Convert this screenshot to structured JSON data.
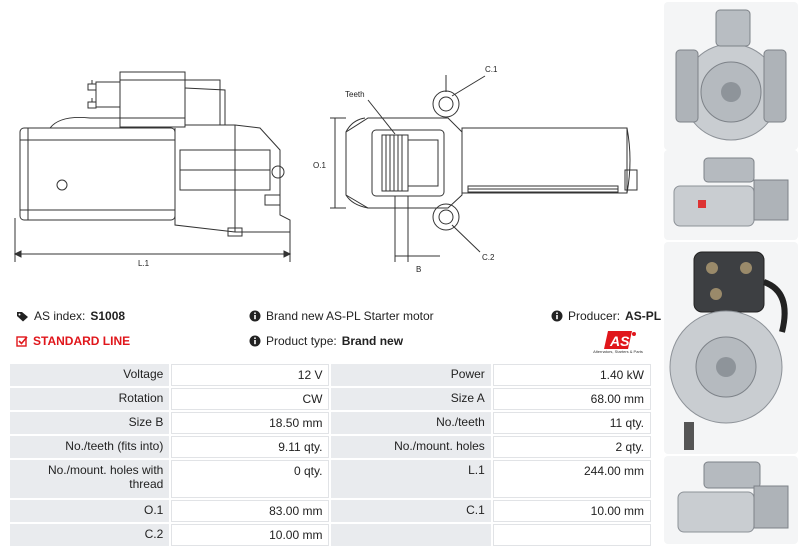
{
  "diagram": {
    "labels": {
      "l1": "L.1",
      "o1": "O.1",
      "b": "B",
      "c1": "C.1",
      "c2": "C.2",
      "teeth": "Teeth"
    }
  },
  "info": {
    "as_index_label": "AS index:",
    "as_index_value": "S1008",
    "standard_line": "STANDARD LINE",
    "description": "Brand new AS-PL Starter motor",
    "product_type_label": "Product type:",
    "product_type_value": "Brand new",
    "producer_label": "Producer:",
    "producer_value": "AS-PL"
  },
  "logo": {
    "text": "AS",
    "tagline": "Alternators, Starters & Parts"
  },
  "colors": {
    "accent": "#e0161b",
    "table_label_bg": "#e9ebee"
  },
  "specs": {
    "rows": [
      {
        "l1": "Voltage",
        "v1": "12 V",
        "l2": "Power",
        "v2": "1.40 kW"
      },
      {
        "l1": "Rotation",
        "v1": "CW",
        "l2": "Size A",
        "v2": "68.00 mm"
      },
      {
        "l1": "Size B",
        "v1": "18.50 mm",
        "l2": "No./teeth",
        "v2": "11 qty."
      },
      {
        "l1": "No./teeth (fits into)",
        "v1": "9.11 qty.",
        "l2": "No./mount. holes",
        "v2": "2 qty."
      },
      {
        "l1": "No./mount. holes with thread",
        "v1": "0 qty.",
        "l2": "L.1",
        "v2": "244.00 mm"
      },
      {
        "l1": "O.1",
        "v1": "83.00 mm",
        "l2": "C.1",
        "v2": "10.00 mm"
      },
      {
        "l1": "C.2",
        "v1": "10.00 mm",
        "l2": "",
        "v2": ""
      }
    ]
  }
}
